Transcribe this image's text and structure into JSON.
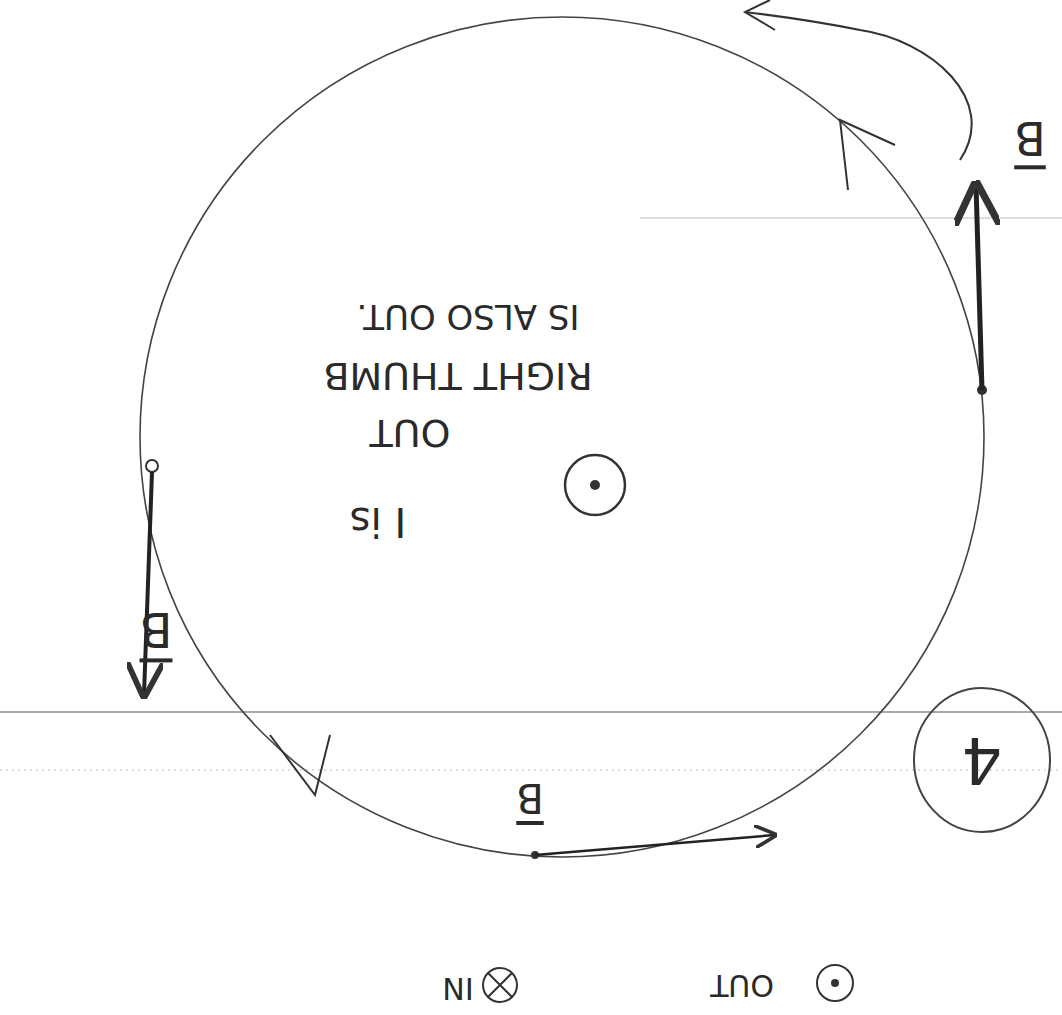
{
  "diagram": {
    "labels": [
      "I is",
      "OUT",
      "RIGHT THUMB",
      "IS ALSO OUT.",
      "B",
      "B",
      "B",
      "4",
      "IN",
      "OUT"
    ]
  }
}
